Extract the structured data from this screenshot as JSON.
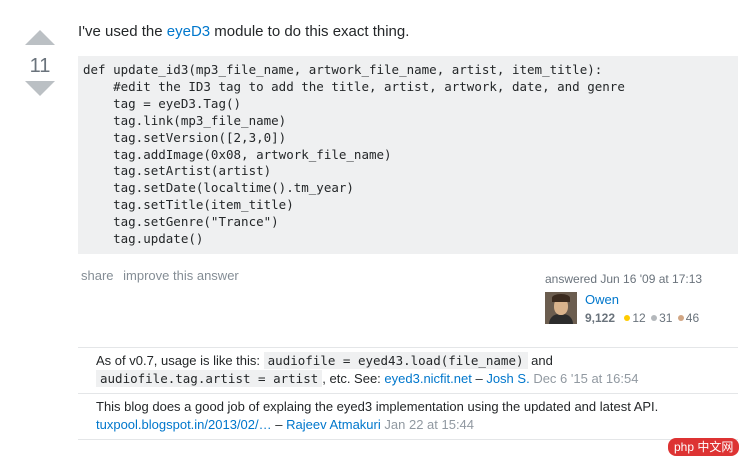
{
  "vote": {
    "count": "11"
  },
  "answer": {
    "intro_before": "I've used the ",
    "intro_link": "eyeD3",
    "intro_after": " module to do this exact thing.",
    "code": "def update_id3(mp3_file_name, artwork_file_name, artist, item_title):\n    #edit the ID3 tag to add the title, artist, artwork, date, and genre\n    tag = eyeD3.Tag()\n    tag.link(mp3_file_name)\n    tag.setVersion([2,3,0])\n    tag.addImage(0x08, artwork_file_name)\n    tag.setArtist(artist)\n    tag.setDate(localtime().tm_year)\n    tag.setTitle(item_title)\n    tag.setGenre(\"Trance\")\n    tag.update()"
  },
  "menu": {
    "share": "share",
    "improve": "improve this answer"
  },
  "signature": {
    "answered": "answered Jun 16 '09 at 17:13",
    "user": "Owen",
    "reputation": "9,122",
    "gold": "12",
    "silver": "31",
    "bronze": "46"
  },
  "comments": [
    {
      "text1": "As of v0.7, usage is like this: ",
      "code1": "audiofile = eyed43.load(file_name)",
      "text2": " and ",
      "code2": "audiofile.tag.artist = artist",
      "text3": ", etc. See: ",
      "link": "eyed3.nicfit.net",
      "sep": " – ",
      "user": "Josh S.",
      "time": "Dec 6 '15 at 16:54"
    },
    {
      "text1": "This blog does a good job of explaing the eyed3 implementation using the updated and latest API.",
      "link": "tuxpool.blogspot.in/2013/02/…",
      "sep": " – ",
      "user": "Rajeev Atmakuri",
      "time": "Jan 22 at 15:44"
    }
  ],
  "watermark": "php 中文网",
  "colors": {
    "link": "#0077cc",
    "arrow": "#bbc0c4",
    "code_bg": "#eff0f1"
  }
}
